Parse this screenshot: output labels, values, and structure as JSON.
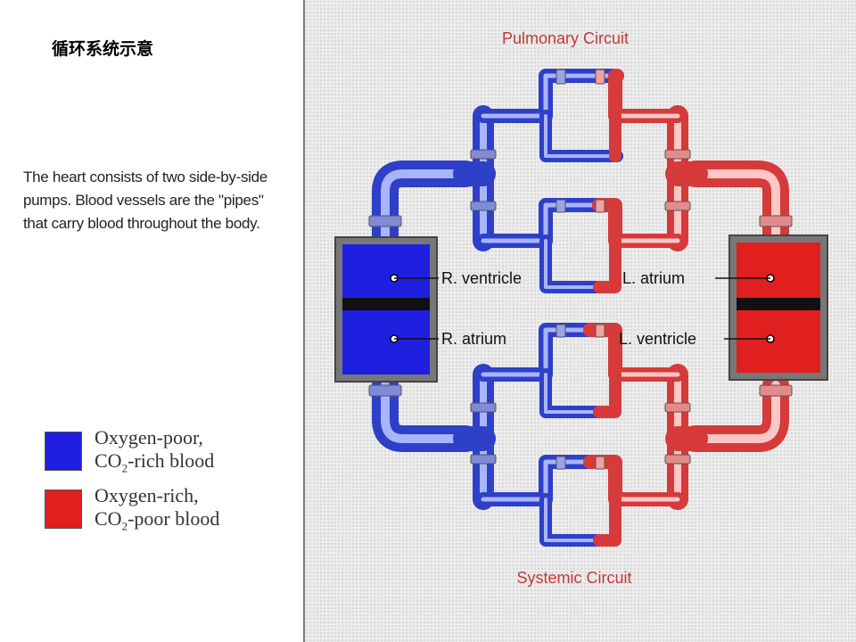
{
  "page_title": "循环系统示意",
  "description": "The heart consists of two side-by-side pumps. Blood vessels are the \"pipes\" that carry blood throughout the body.",
  "legend": [
    {
      "line1": "Oxygen-poor,",
      "line2_prefix": "CO",
      "line2_sub": "2",
      "line2_suffix": "-rich blood",
      "color": "#1f1fe0"
    },
    {
      "line1": "Oxygen-rich,",
      "line2_prefix": "CO",
      "line2_sub": "2",
      "line2_suffix": "-poor blood",
      "color": "#e01f1f"
    }
  ],
  "diagram": {
    "pulmonary_label": "Pulmonary Circuit",
    "systemic_label": "Systemic Circuit",
    "chambers": {
      "r_ventricle": "R. ventricle",
      "r_atrium": "R. atrium",
      "l_atrium": "L. atrium",
      "l_ventricle": "L. ventricle"
    },
    "colors": {
      "oxygen_poor": "#1f1fe0",
      "oxygen_rich": "#e01f1f",
      "pipe_blue": "#5a6ee8",
      "pipe_red": "#f07070",
      "accent_label": "#c23a3a"
    }
  }
}
